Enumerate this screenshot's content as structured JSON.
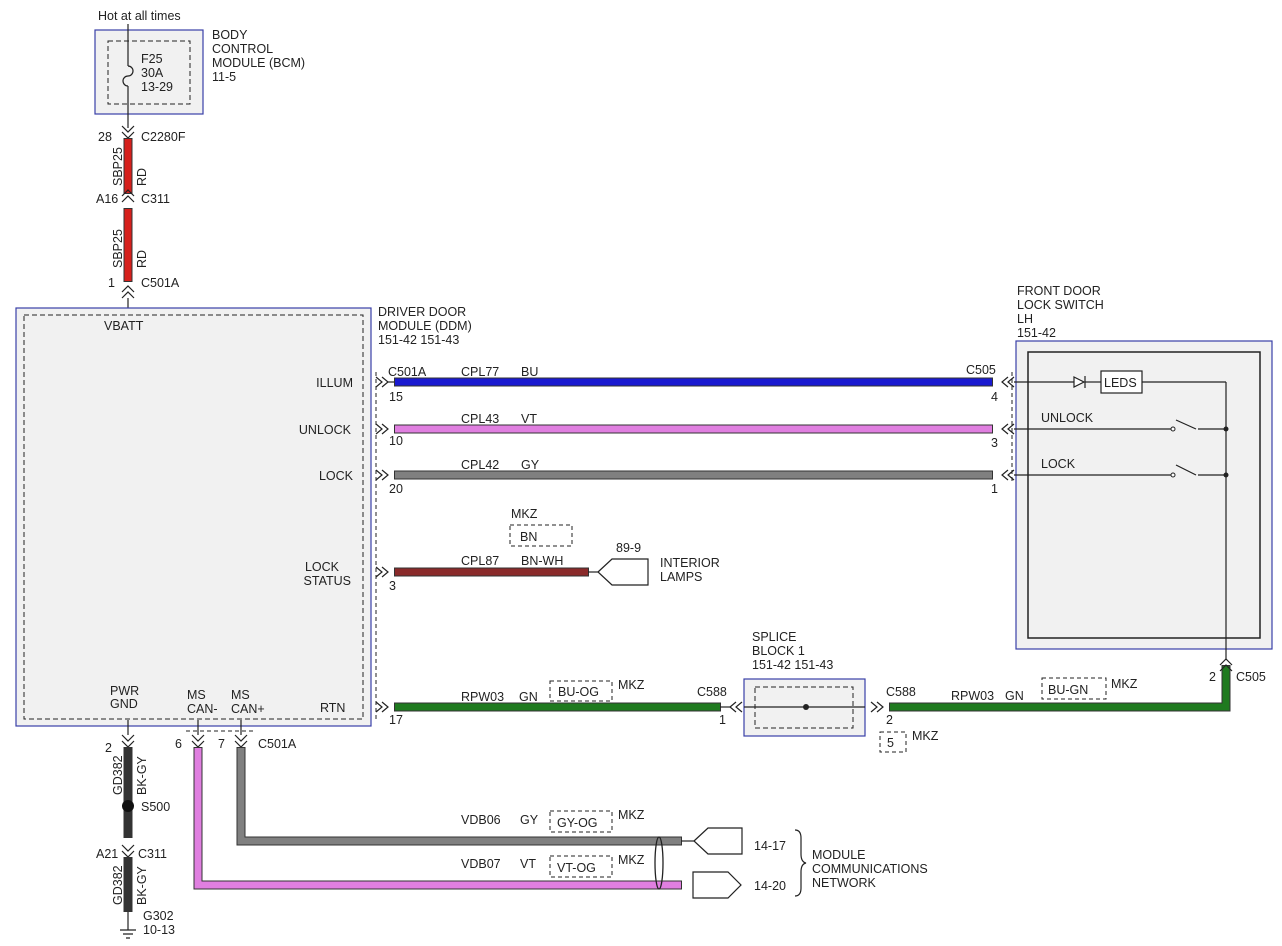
{
  "colors": {
    "red": "#d6201c",
    "blue": "#1a1ad0",
    "violet": "#e07fe0",
    "gray": "#808080",
    "brown": "#8a2a2a",
    "green": "#1f7a1f",
    "black": "#333333",
    "box_border": "#3a3fa8"
  },
  "bcm": {
    "hot_label": "Hot at all times",
    "title_1": "BODY",
    "title_2": "CONTROL",
    "title_3": "MODULE (BCM)",
    "title_4": "11-5",
    "fuse_1": "F25",
    "fuse_2": "30A",
    "fuse_3": "13-29"
  },
  "feed": {
    "pin_top": "28",
    "conn_top": "C2280F",
    "circuit_1": "SBP25",
    "color_1": "RD",
    "pin_mid": "A16",
    "conn_mid": "C311",
    "circuit_2": "SBP25",
    "color_2": "RD",
    "pin_bot": "1",
    "conn_bot": "C501A"
  },
  "ddm": {
    "title_1": "DRIVER DOOR",
    "title_2": "MODULE (DDM)",
    "title_3": "151-42  151-43",
    "vbatt": "VBATT",
    "illum": "ILLUM",
    "unlock": "UNLOCK",
    "lock": "LOCK",
    "lock_status_1": "LOCK",
    "lock_status_2": "STATUS",
    "pwr_1": "PWR",
    "pwr_2": "GND",
    "ms_neg_1": "MS",
    "ms_neg_2": "CAN-",
    "ms_pos_1": "MS",
    "ms_pos_2": "CAN+",
    "rtn": "RTN"
  },
  "wires": {
    "illum": {
      "conn_left": "C501A",
      "pin_left": "15",
      "circuit": "CPL77",
      "color": "BU",
      "conn_right": "C505",
      "pin_right": "4"
    },
    "unlock": {
      "pin_left": "10",
      "circuit": "CPL43",
      "color": "VT",
      "pin_right": "3"
    },
    "lock": {
      "pin_left": "20",
      "circuit": "CPL42",
      "color": "GY",
      "pin_right": "1"
    },
    "lock_status": {
      "pin_left": "3",
      "circuit": "CPL87",
      "color": "BN-WH",
      "alt_option": "MKZ",
      "alt_color": "BN",
      "dest_page": "89-9",
      "dest_1": "INTERIOR",
      "dest_2": "LAMPS"
    },
    "rtn": {
      "pin_left": "17",
      "circuit": "RPW03",
      "color": "GN",
      "alt_color": "BU-OG",
      "alt_option": "MKZ",
      "conn_splice_in": "C588",
      "pin_splice_in": "1"
    },
    "rtn2": {
      "conn": "C588",
      "pin": "2",
      "circuit": "RPW03",
      "color": "GN",
      "alt_color": "BU-GN",
      "alt_option": "MKZ",
      "alt_pin": "5",
      "alt_pin_option": "MKZ",
      "pin_right": "2",
      "conn_right": "C505"
    }
  },
  "splice": {
    "title_1": "SPLICE",
    "title_2": "BLOCK 1",
    "title_3": "151-42  151-43"
  },
  "switch": {
    "title_1": "FRONT DOOR",
    "title_2": "LOCK SWITCH",
    "title_3": "LH",
    "title_4": "151-42",
    "leds": "LEDS",
    "unlock": "UNLOCK",
    "lock": "LOCK"
  },
  "ground": {
    "pin": "2",
    "circuit_1": "GD382",
    "color_1": "BK-GY",
    "splice": "S500",
    "pin_mid": "A21",
    "conn_mid": "C311",
    "circuit_2": "GD382",
    "color_2": "BK-GY",
    "ground": "G302",
    "ground_page": "10-13"
  },
  "can": {
    "pin_neg": "6",
    "pin_pos": "7",
    "conn": "C501A",
    "gy": {
      "circuit": "VDB06",
      "color": "GY",
      "alt_color": "GY-OG",
      "alt_option": "MKZ",
      "page": "14-17"
    },
    "vt": {
      "circuit": "VDB07",
      "color": "VT",
      "alt_color": "VT-OG",
      "alt_option": "MKZ",
      "page": "14-20"
    },
    "network_1": "MODULE",
    "network_2": "COMMUNICATIONS",
    "network_3": "NETWORK"
  }
}
